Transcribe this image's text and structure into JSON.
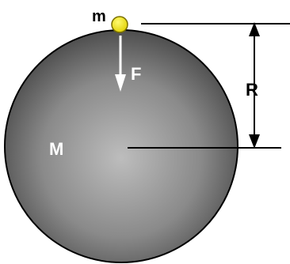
{
  "labels": {
    "small_mass": "m",
    "force": "F",
    "radius": "R",
    "large_mass": "M"
  },
  "colors": {
    "small_mass_fill": "#f0e000",
    "small_mass_stroke": "#000000",
    "sphere_light": "#b8b8b8",
    "sphere_dark": "#3a3a3a",
    "force_arrow": "#ffffff",
    "lines": "#000000"
  }
}
